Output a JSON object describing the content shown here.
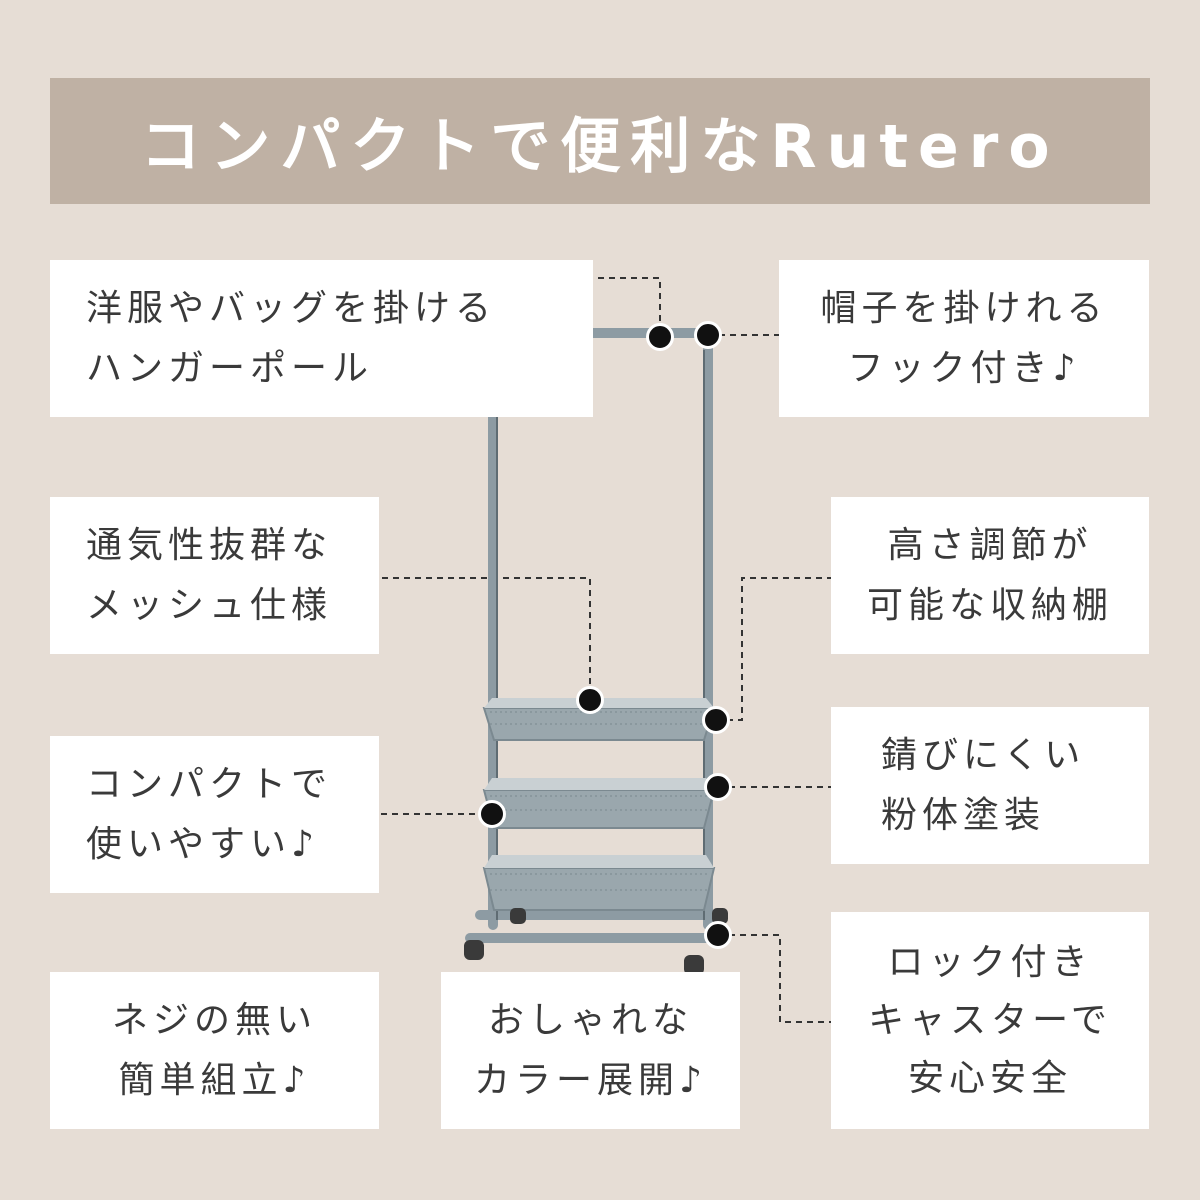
{
  "title": "コンパクトで便利なRutero",
  "features": {
    "hanger_pole": [
      "洋服やバッグを掛ける",
      "ハンガーポール"
    ],
    "hook": [
      "帽子を掛けれる",
      "フック付き♪"
    ],
    "mesh": [
      "通気性抜群な",
      "メッシュ仕様"
    ],
    "height_adjust": [
      "高さ調節が",
      "可能な収納棚"
    ],
    "compact": [
      "コンパクトで",
      "使いやすい♪"
    ],
    "coating": [
      "錆びにくい",
      "粉体塗装"
    ],
    "no_screw": [
      "ネジの無い",
      "簡単組立♪"
    ],
    "colors": [
      "おしゃれな",
      "カラー展開♪"
    ],
    "casters": [
      "ロック付き",
      "キャスターで",
      "安心安全"
    ]
  },
  "colors": {
    "background": "#e6ddd5",
    "banner": "#bfb1a4",
    "rack": "#8d9ba3"
  }
}
